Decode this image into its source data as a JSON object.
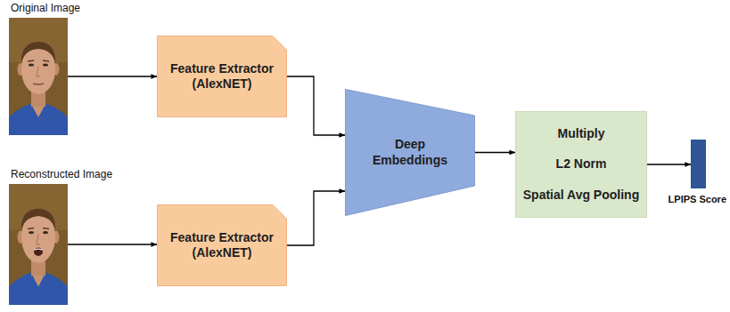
{
  "diagram": {
    "nodes": [
      {
        "text": [
          "Original Image"
        ]
      },
      {
        "text": [
          "Feature Extractor (AlexNET)"
        ]
      },
      {
        "text": [
          "Reconstructed Image"
        ]
      },
      {
        "text": [
          "Feature Extractor (AlexNET)"
        ]
      },
      {
        "text": [
          "Deep Embeddings"
        ]
      },
      {
        "text": [
          "Multiply",
          "L2 Norm",
          "Spatial Avg Pooling"
        ]
      },
      {
        "text": [
          "LPIPS Score"
        ]
      }
    ],
    "edges": [
      {
        "from": 0,
        "to": 1,
        "arrow": "to"
      },
      {
        "from": 2,
        "to": 3,
        "arrow": "to"
      },
      {
        "from": 1,
        "to": 4,
        "arrow": "to"
      },
      {
        "from": 3,
        "to": 4,
        "arrow": "to"
      },
      {
        "from": 4,
        "to": 5,
        "arrow": "to"
      },
      {
        "from": 5,
        "to": 6,
        "arrow": "to"
      }
    ]
  }
}
